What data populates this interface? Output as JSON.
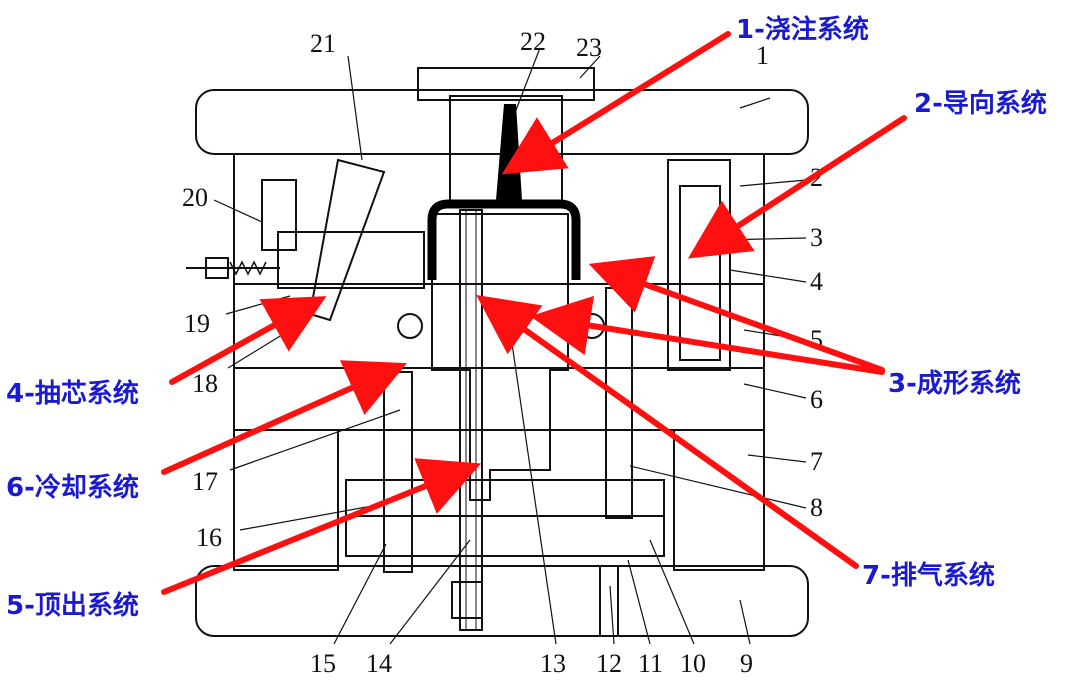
{
  "colors": {
    "callout_text": "#1a1ad0",
    "callout_arrow": "#ff1010",
    "line": "#111111"
  },
  "callouts": {
    "c1": "1-浇注系统",
    "c2": "2-导向系统",
    "c3": "3-成形系统",
    "c4": "4-抽芯系统",
    "c5": "5-顶出系统",
    "c6": "6-冷却系统",
    "c7": "7-排气系统"
  },
  "part_numbers": {
    "n1": "1",
    "n2": "2",
    "n3": "3",
    "n4": "4",
    "n5": "5",
    "n6": "6",
    "n7": "7",
    "n8": "8",
    "n9": "9",
    "n10": "10",
    "n11": "11",
    "n12": "12",
    "n13": "13",
    "n14": "14",
    "n15": "15",
    "n16": "16",
    "n17": "17",
    "n18": "18",
    "n19": "19",
    "n20": "20",
    "n21": "21",
    "n22": "22",
    "n23": "23"
  }
}
